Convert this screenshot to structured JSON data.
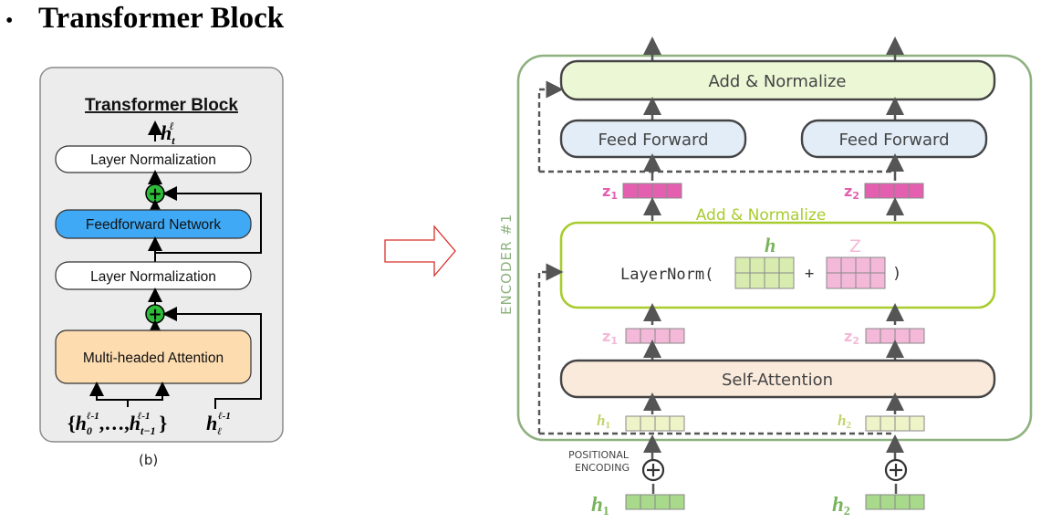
{
  "slide": {
    "title": "Transformer Block"
  },
  "left_panel": {
    "heading": "Transformer Block",
    "output_base": "h",
    "output_sub": "t",
    "output_sup": "ℓ",
    "layer_norm_top": "Layer Normalization",
    "feedforward": "Feedforward Network",
    "layer_norm_bottom": "Layer Normalization",
    "attention": "Multi-headed Attention",
    "input_set_open": "{",
    "input_first_base": "h",
    "input_first_sub": "0",
    "input_first_sup": "ℓ-1",
    "input_ellipsis": ",…,",
    "input_last_base": "h",
    "input_last_sub": "t−1",
    "input_last_sup": "ℓ-1",
    "input_set_close": "}",
    "residual_base": "h",
    "residual_sub": "ℓ",
    "residual_sup": "ℓ-1",
    "plus_symbol": "+",
    "caption": "(b)"
  },
  "right_panel": {
    "encoder_label": "ENCODER #1",
    "add_normalize_top": "Add & Normalize",
    "feed_forward_1": "Feed Forward",
    "feed_forward_2": "Feed Forward",
    "z1_top_base": "z",
    "z1_top_sub": "1",
    "z2_top_base": "z",
    "z2_top_sub": "2",
    "add_normalize_mid": "Add & Normalize",
    "layernorm_open": "LayerNorm(",
    "layernorm_plus": "+",
    "layernorm_close": ")",
    "h_label": "h",
    "z_label": "Z",
    "z1_low_base": "z",
    "z1_low_sub": "1",
    "z2_low_base": "z",
    "z2_low_sub": "2",
    "self_attention": "Self-Attention",
    "h1_in_base": "h",
    "h1_in_sub": "1",
    "h2_in_base": "h",
    "h2_in_sub": "2",
    "positional_line1": "POSITIONAL",
    "positional_line2": "ENCODING",
    "h1_bottom_base": "h",
    "h1_bottom_sub": "1",
    "h2_bottom_base": "h",
    "h2_bottom_sub": "2"
  },
  "colors": {
    "panel_bg": "#ececec",
    "blue_box": "#3fa9f5",
    "orange_box": "#fddcb0",
    "plus_green": "#2fbb3a",
    "encoder_border": "#8db27f",
    "add_norm_fill": "#ebf7d5",
    "feed_forward_fill": "#e3edf7",
    "self_attention_fill": "#faeadb",
    "layernorm_border": "#a8cc2d",
    "pink_dark": "#e45fb0",
    "pink_light": "#f4b8d8",
    "green_light": "#d8ecb0",
    "green_dark": "#78b35a",
    "red_arrow": "#d9302b"
  }
}
